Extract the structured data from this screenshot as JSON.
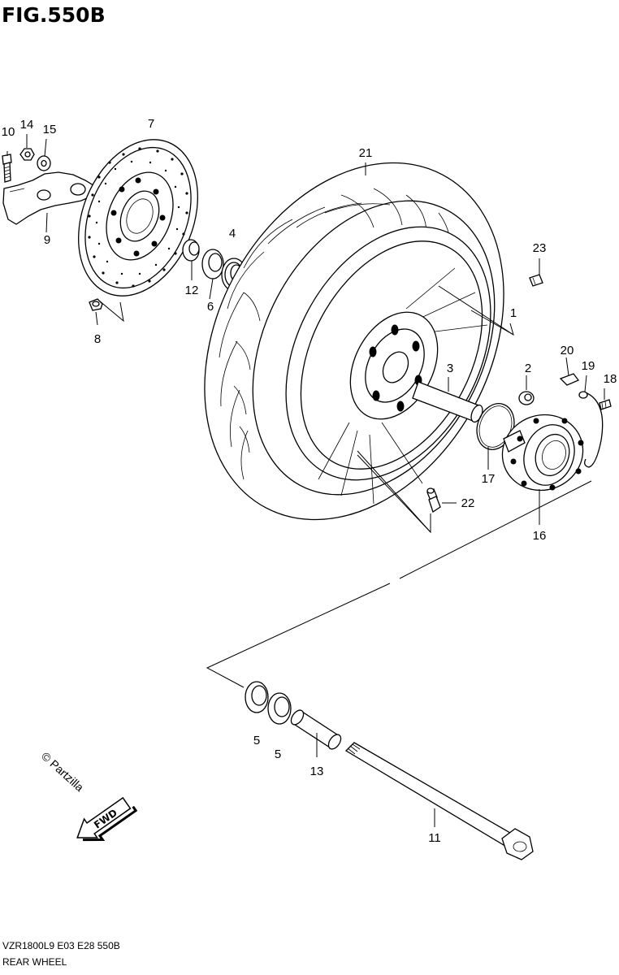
{
  "figure_title": "FIG.550B",
  "footer": {
    "code": "VZR1800L9  E03  E28  550B",
    "name": "REAR WHEEL"
  },
  "watermark": "© Partzilla",
  "fwd_label": "FWD",
  "callouts": {
    "c1": "1",
    "c2": "2",
    "c3": "3",
    "c4": "4",
    "c5a": "5",
    "c5b": "5",
    "c6": "6",
    "c7": "7",
    "c8": "8",
    "c9": "9",
    "c10": "10",
    "c11": "11",
    "c12": "12",
    "c13": "13",
    "c14": "14",
    "c15": "15",
    "c16": "16",
    "c17": "17",
    "c18": "18",
    "c19": "19",
    "c20": "20",
    "c21": "21",
    "c22": "22",
    "c23": "23"
  }
}
